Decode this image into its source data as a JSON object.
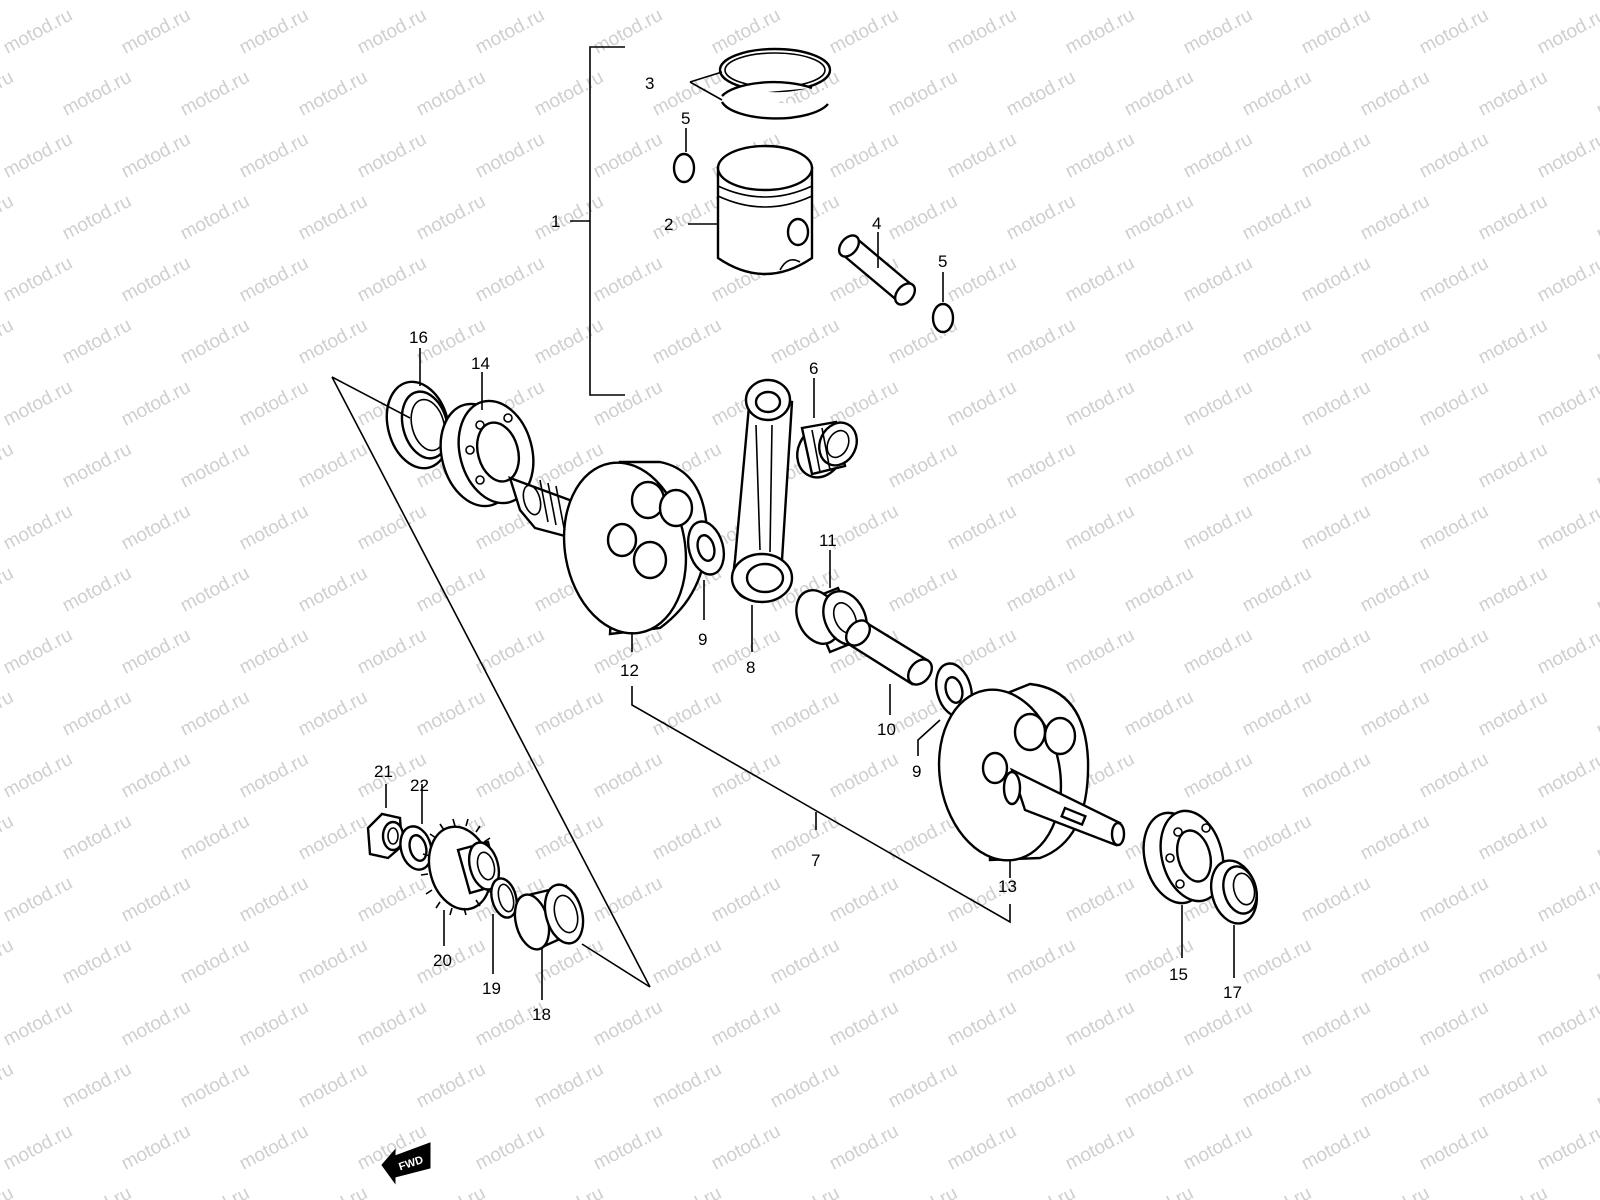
{
  "watermark": "motod.ru",
  "fwd_label": "FWD",
  "callouts": {
    "c1": "1",
    "c2": "2",
    "c3": "3",
    "c4": "4",
    "c5a": "5",
    "c5b": "5",
    "c6": "6",
    "c7": "7",
    "c8": "8",
    "c9a": "9",
    "c9b": "9",
    "c10": "10",
    "c11": "11",
    "c12": "12",
    "c13": "13",
    "c14": "14",
    "c15": "15",
    "c16": "16",
    "c17": "17",
    "c18": "18",
    "c19": "19",
    "c20": "20",
    "c21": "21",
    "c22": "22"
  }
}
